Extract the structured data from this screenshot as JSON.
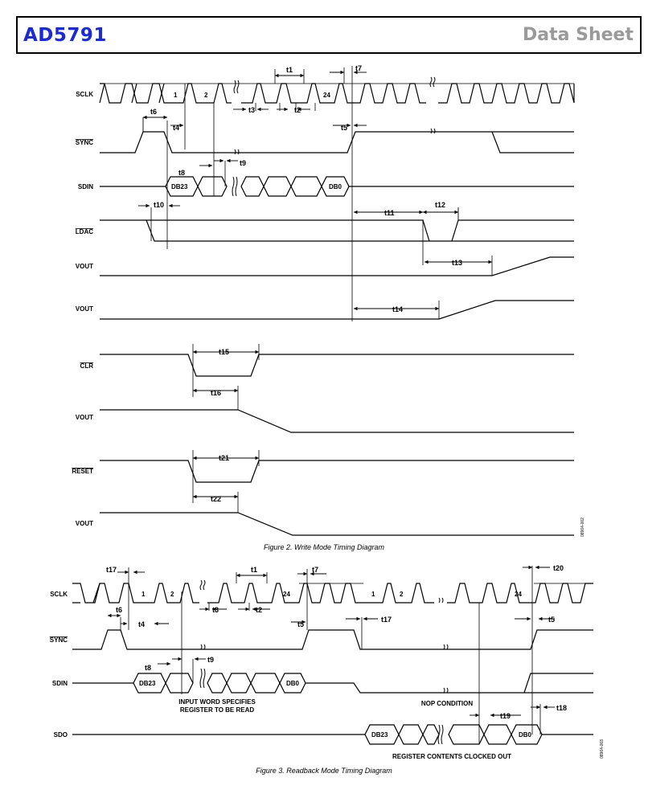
{
  "header": {
    "title": "AD5791",
    "section": "Data Sheet"
  },
  "figure2": {
    "caption": "Figure 2. Write Mode Timing Diagram",
    "code": "08964-002",
    "signals": {
      "sclk": "SCLK",
      "sync": "SYNC",
      "sdin": "SDIN",
      "ldac": "LDAC",
      "vout": "VOUT",
      "clr": "CLR",
      "reset": "RESET"
    },
    "clocks": [
      "1",
      "2",
      "24"
    ],
    "data_words": [
      "DB23",
      "DB0"
    ],
    "timing": [
      "t1",
      "t2",
      "t3",
      "t4",
      "t5",
      "t6",
      "t7",
      "t8",
      "t9",
      "t10",
      "t11",
      "t12",
      "t13",
      "t14",
      "t15",
      "t16",
      "t21",
      "t22"
    ]
  },
  "figure3": {
    "caption": "Figure 3. Readback Mode Timing Diagram",
    "code": "08964-003",
    "signals": {
      "sclk": "SCLK",
      "sync": "SYNC",
      "sdin": "SDIN",
      "sdo": "SDO"
    },
    "clocks": [
      "1",
      "2",
      "24"
    ],
    "data_words": [
      "DB23",
      "DB0"
    ],
    "timing": [
      "t1",
      "t2",
      "t3",
      "t4",
      "t5",
      "t6",
      "t7",
      "t8",
      "t9",
      "t17",
      "t18",
      "t19",
      "t20"
    ],
    "notes": {
      "input_word_line1": "INPUT WORD SPECIFIES",
      "input_word_line2": "REGISTER TO BE READ",
      "nop": "NOP CONDITION",
      "register_contents": "REGISTER CONTENTS CLOCKED OUT"
    }
  }
}
